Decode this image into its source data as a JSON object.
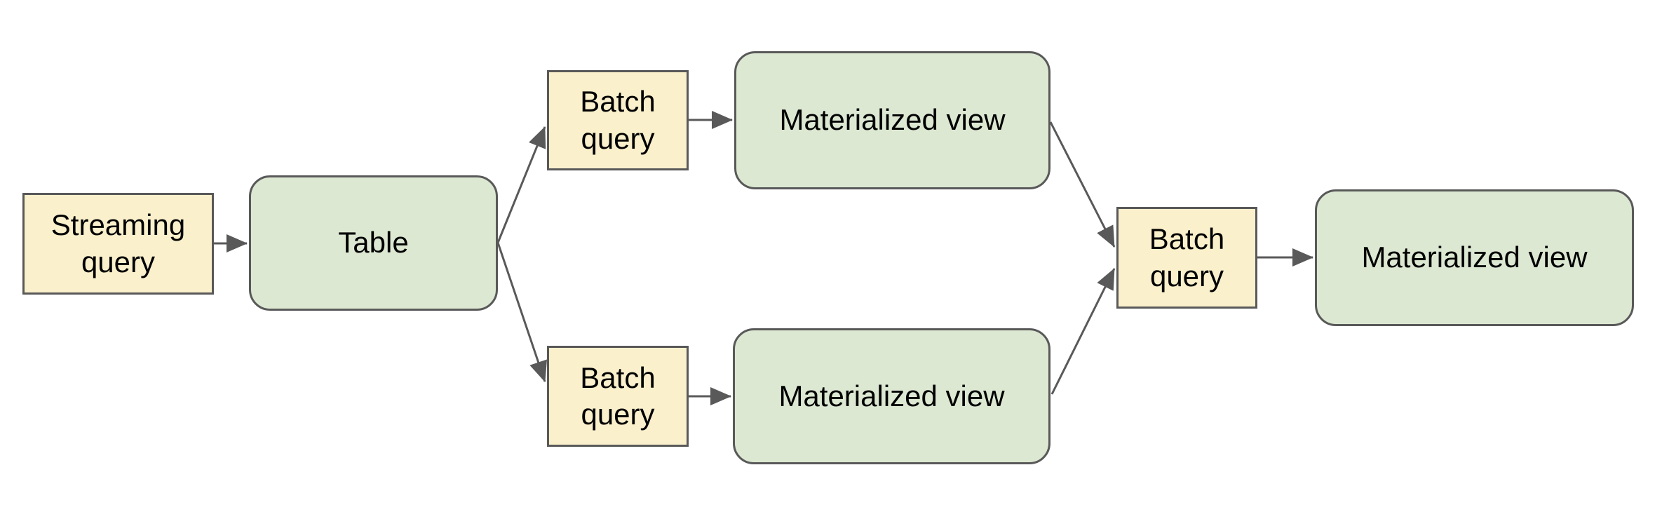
{
  "diagram": {
    "colors": {
      "canvas-bg": "#ffffff",
      "query-fill": "#faf0cc",
      "view-fill": "#dce8d2",
      "shape-border": "#595959",
      "connector": "#595959",
      "label-text": "#000000"
    },
    "nodes": [
      {
        "id": "streaming-query",
        "label": "Streaming\nquery",
        "kind": "query"
      },
      {
        "id": "table",
        "label": "Table",
        "kind": "view"
      },
      {
        "id": "batch-query-top",
        "label": "Batch\nquery",
        "kind": "query"
      },
      {
        "id": "materialized-view-top",
        "label": "Materialized view",
        "kind": "view"
      },
      {
        "id": "batch-query-bottom",
        "label": "Batch\nquery",
        "kind": "query"
      },
      {
        "id": "materialized-view-bottom",
        "label": "Materialized view",
        "kind": "view"
      },
      {
        "id": "batch-query-final",
        "label": "Batch\nquery",
        "kind": "query"
      },
      {
        "id": "materialized-view-final",
        "label": "Materialized view",
        "kind": "view"
      }
    ],
    "edges": [
      {
        "from": "streaming-query",
        "to": "table"
      },
      {
        "from": "table",
        "to": "batch-query-top"
      },
      {
        "from": "table",
        "to": "batch-query-bottom"
      },
      {
        "from": "batch-query-top",
        "to": "materialized-view-top"
      },
      {
        "from": "batch-query-bottom",
        "to": "materialized-view-bottom"
      },
      {
        "from": "materialized-view-top",
        "to": "batch-query-final"
      },
      {
        "from": "materialized-view-bottom",
        "to": "batch-query-final"
      },
      {
        "from": "batch-query-final",
        "to": "materialized-view-final"
      }
    ]
  }
}
